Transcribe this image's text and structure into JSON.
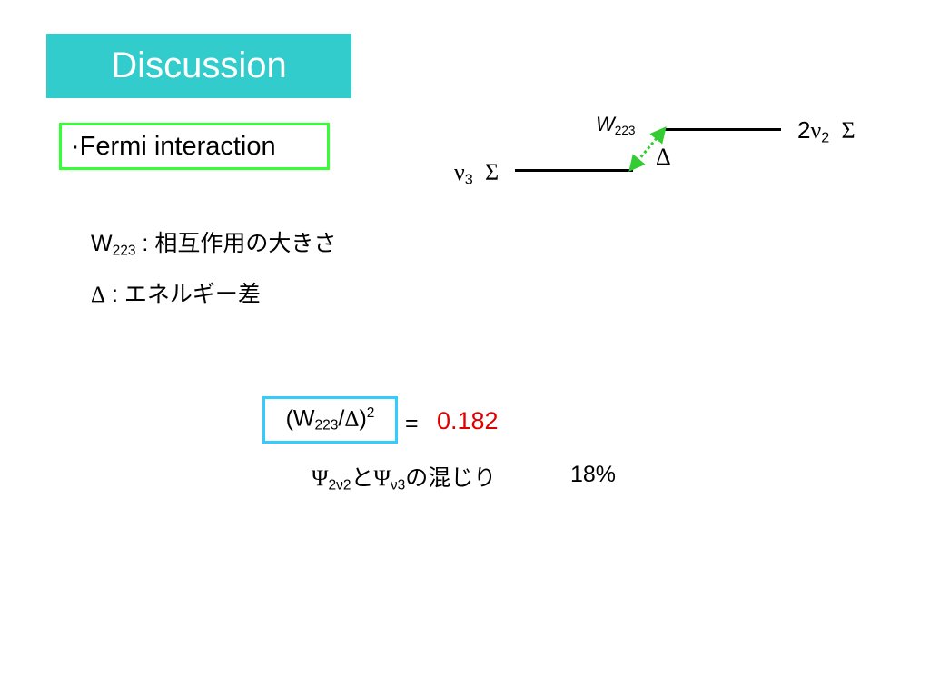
{
  "title": "Discussion",
  "section": "·Fermi interaction",
  "diagram": {
    "w_label": "W",
    "w_sub": "223",
    "upper_level": {
      "prefix": "2",
      "nu": "ν",
      "sub": "2",
      "sigma": "Σ"
    },
    "lower_level": {
      "nu": "ν",
      "sub": "3",
      "sigma": "Σ"
    },
    "delta": "Δ",
    "arrow_color": "#33cc33"
  },
  "definitions": [
    {
      "symbol": "W",
      "sub": "223",
      "text": " : 相互作用の大きさ"
    },
    {
      "symbol": "Δ",
      "text": " : エネルギー差"
    }
  ],
  "equation": {
    "open": "(W",
    "sub": "223",
    "slash": "/",
    "delta": "Δ",
    "close": ")",
    "sup": "2",
    "equals": "=",
    "value": "0.182"
  },
  "mixing": {
    "psi1": "Ψ",
    "psi1_sub": "2ν2",
    "conj": "と",
    "psi2": "Ψ",
    "psi2_sub": "ν3",
    "text": "の混じり",
    "percent": "18%"
  },
  "colors": {
    "title_bg": "#33cccc",
    "fermi_border": "#33ff33",
    "eq_border": "#33ccff",
    "value": "#e00000"
  }
}
